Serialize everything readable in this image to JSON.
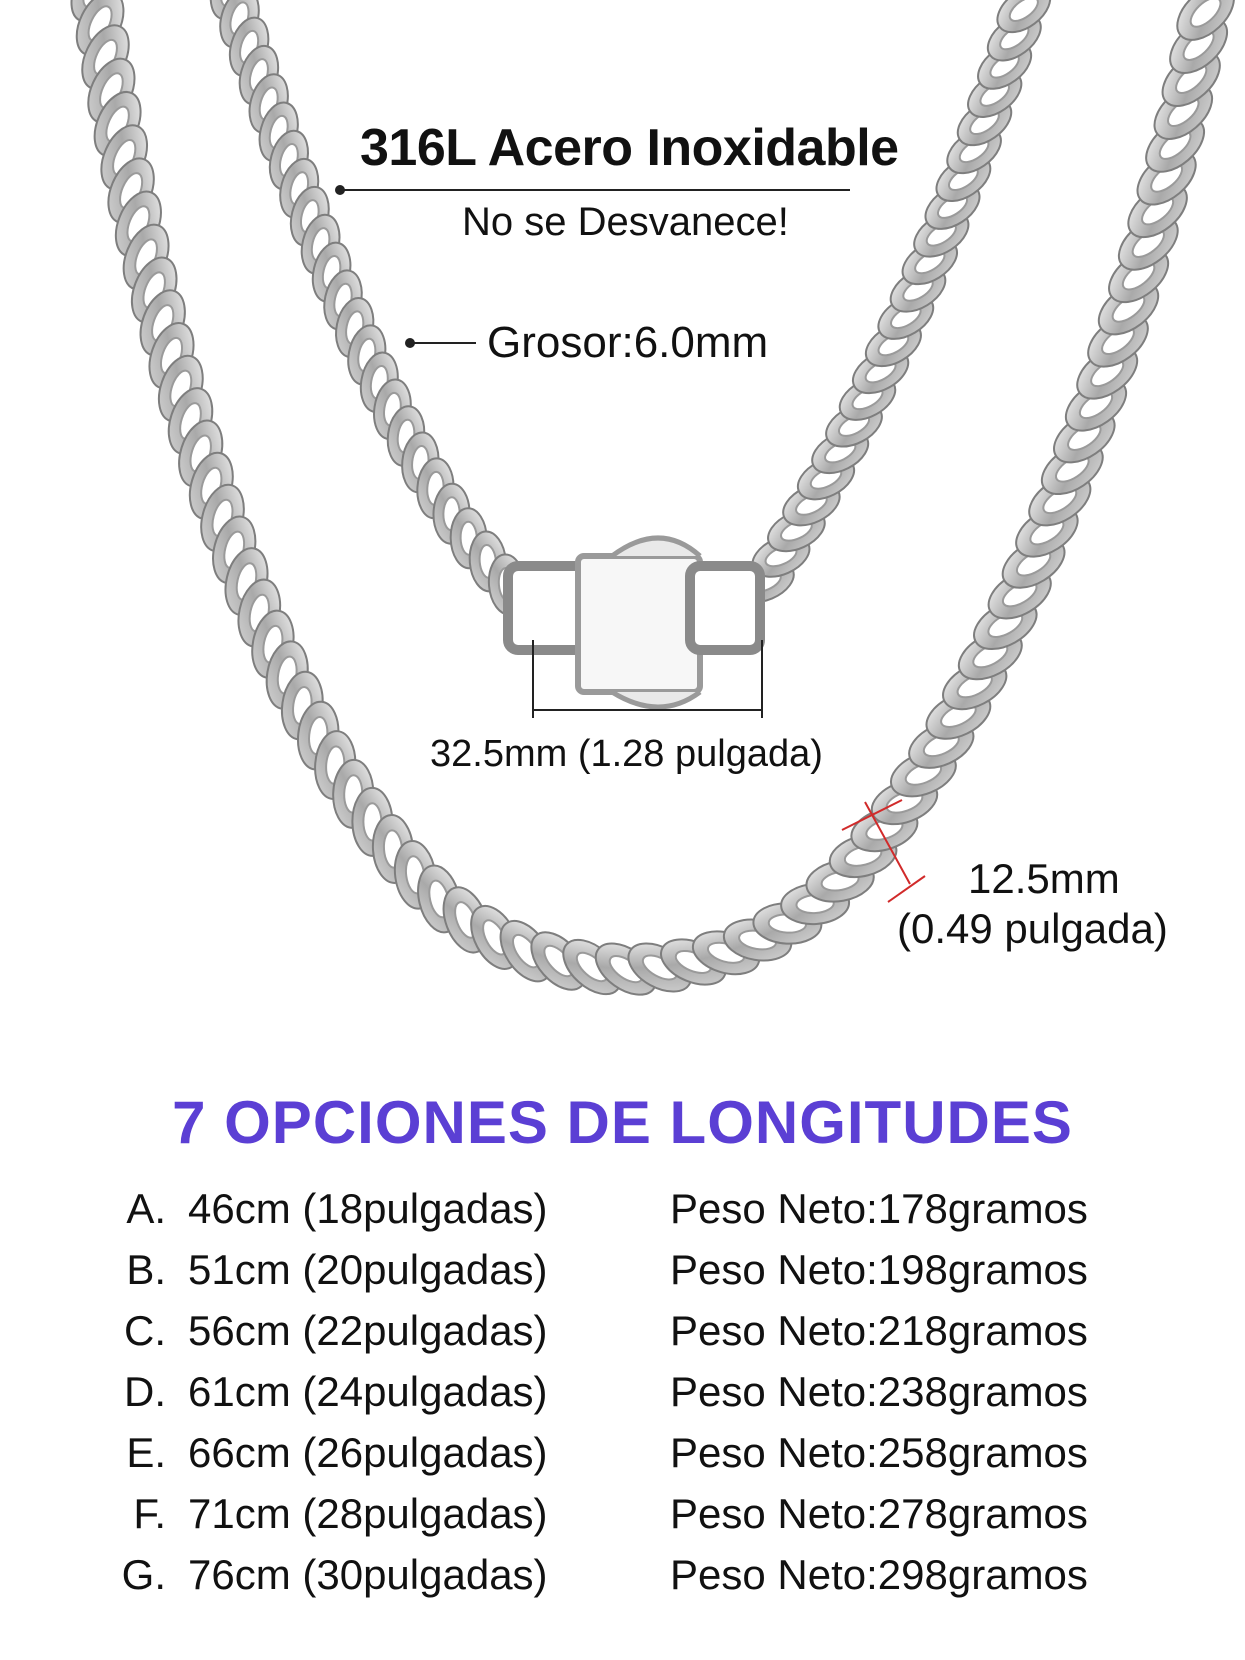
{
  "callouts": {
    "material": "316L Acero Inoxidable",
    "subtitle": "No se Desvanece!",
    "thickness": "Grosor:6.0mm",
    "clasp_size": "32.5mm (1.28 pulgada)",
    "link_width": "12.5mm",
    "link_width_inches": "(0.49 pulgada)"
  },
  "heading": "7 OPCIONES DE LONGITUDES",
  "colors": {
    "heading": "#5b3fd4",
    "chain": "#b8b8b8",
    "marker": "#d12a2a"
  },
  "options": [
    {
      "letter": "A.",
      "length": "46cm (18pulgadas)",
      "weight": "Peso Neto:178gramos"
    },
    {
      "letter": "B.",
      "length": "51cm (20pulgadas)",
      "weight": "Peso Neto:198gramos"
    },
    {
      "letter": "C.",
      "length": "56cm (22pulgadas)",
      "weight": "Peso Neto:218gramos"
    },
    {
      "letter": "D.",
      "length": "61cm (24pulgadas)",
      "weight": "Peso Neto:238gramos"
    },
    {
      "letter": "E.",
      "length": "66cm (26pulgadas)",
      "weight": "Peso Neto:258gramos"
    },
    {
      "letter": "F.",
      "length": "71cm (28pulgadas)",
      "weight": "Peso Neto:278gramos"
    },
    {
      "letter": "G.",
      "length": "76cm (30pulgadas)",
      "weight": "Peso Neto:298gramos"
    }
  ]
}
